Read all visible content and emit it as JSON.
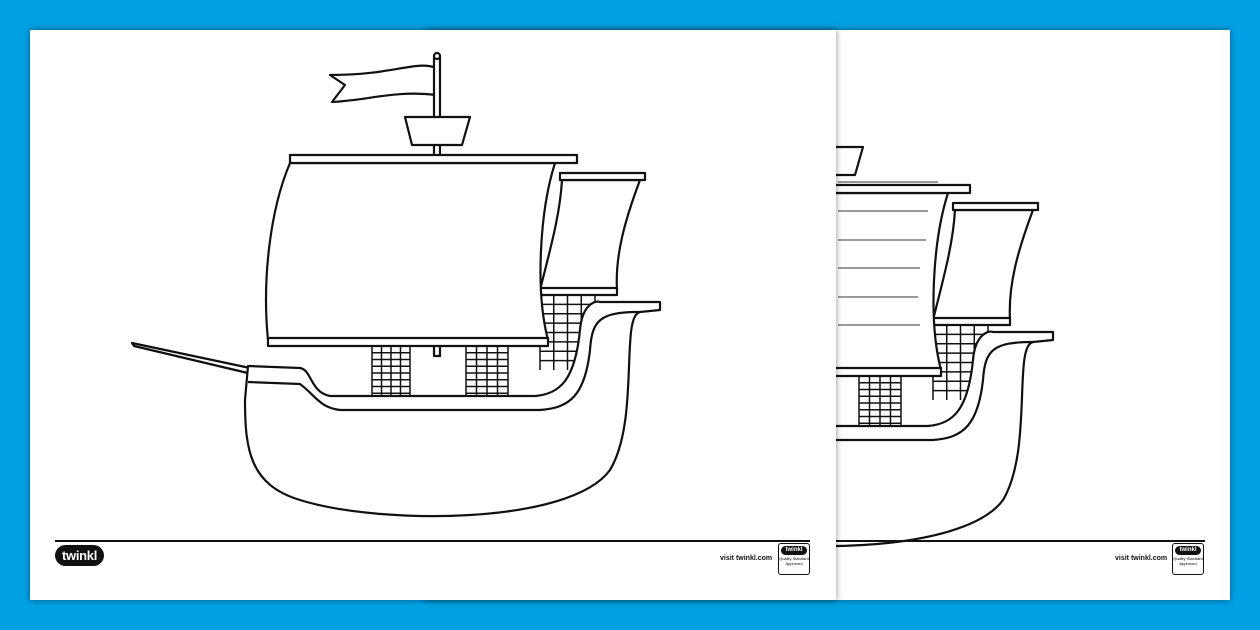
{
  "colors": {
    "background": "#00a0e3",
    "page": "#ffffff",
    "ink": "#111111"
  },
  "pages": [
    {
      "name": "ship-blank-sail",
      "footer": {
        "logo": "twinkl",
        "visit": "visit twinkl.com",
        "badge_brand": "twinkl",
        "badge_text": "Quality Standard Approved"
      }
    },
    {
      "name": "ship-lined-sail",
      "footer": {
        "visit": "visit twinkl.com",
        "badge_brand": "twinkl",
        "badge_text": "Quality Standard Approved"
      }
    }
  ]
}
